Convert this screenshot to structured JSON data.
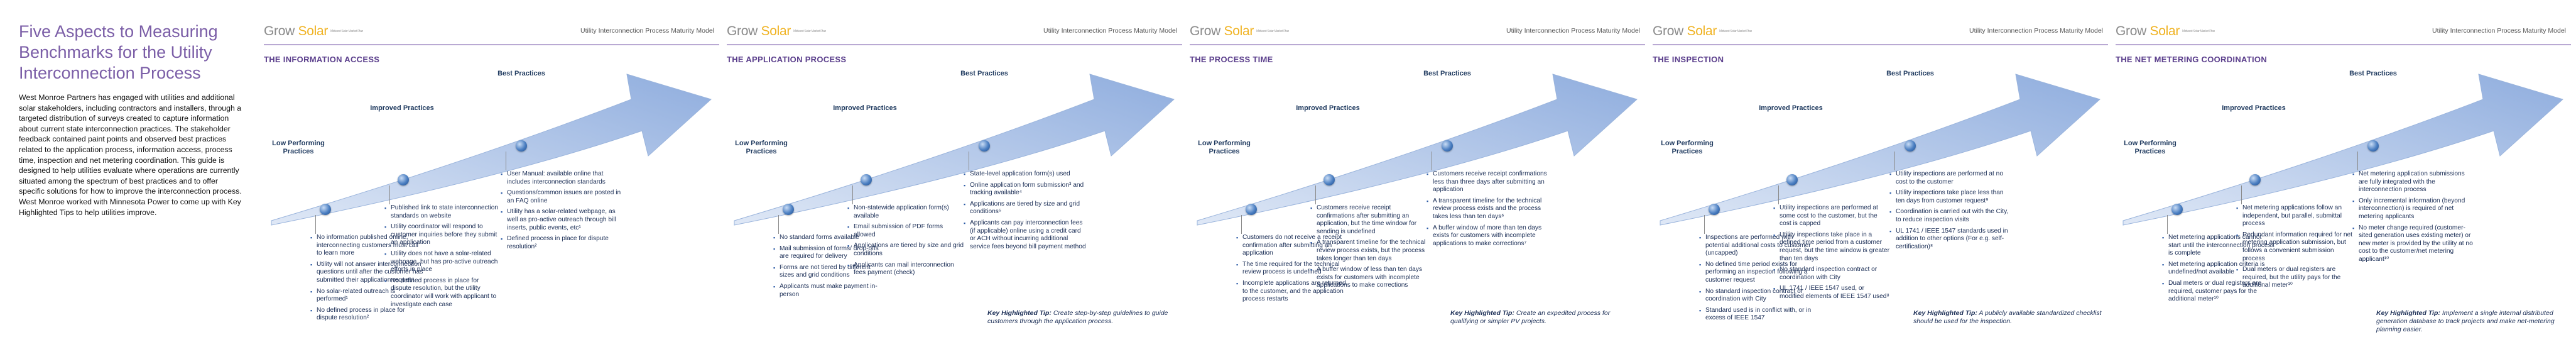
{
  "intro": {
    "title": "Five Aspects to Measuring Benchmarks for the Utility Interconnection Process",
    "body": "West Monroe Partners has engaged with utilities and additional solar stakeholders, including contractors and installers, through a targeted distribution of surveys created to capture information about current state interconnection practices. The stakeholder feedback contained paint points and observed best practices related to the application process, information access, process time, inspection and net metering coordination. This guide is designed to help utilities evaluate where operations are currently situated among the spectrum of best practices and to offer specific solutions for how to improve the interconnection process. West Monroe worked with Minnesota Power to come up with Key Highlighted Tips to help utilities improve."
  },
  "header": {
    "logo_grow": "Grow ",
    "logo_solar": "Solar",
    "logo_tag": "Midwest Solar Market Plan",
    "model_title": "Utility Interconnection Process Maturity Model"
  },
  "stages": {
    "low": "Low Performing Practices",
    "improved": "Improved Practices",
    "best": "Best Practices"
  },
  "tip_label": "Key Highlighted Tip:",
  "colors": {
    "accent": "#7b5ea7",
    "arrow": "#a9bfe2",
    "text": "#1a2d55"
  },
  "slides": [
    {
      "title": "THE INFORMATION ACCESS",
      "low": [
        "No information published online, interconnecting customers must call to learn more",
        "Utility will not answer interconnection questions until after the customer has submitted their application request",
        "No solar-related outreach is performed¹",
        "No defined process in place for dispute resolution²"
      ],
      "improved": [
        "Published link to state interconnection standards on website",
        "Utility coordinator will respond to customer inquiries before they submit an application",
        "Utility does not have a solar-related webpage, but has pro-active outreach efforts in place",
        "No defined process in place for dispute resolution, but the utility coordinator will work with applicant to investigate each case"
      ],
      "best": [
        "User Manual: available online that includes interconnection standards",
        "Questions/common issues are posted in an FAQ online",
        "Utility has a solar-related webpage, as well as pro-active outreach through bill inserts, public events, etc¹",
        "Defined process in place for dispute resolution²"
      ],
      "tip": ""
    },
    {
      "title": "THE APPLICATION PROCESS",
      "low": [
        "No standard forms available",
        "Mail submission of forms/ drop-offs are required for delivery",
        "Forms are not tiered by different sizes and grid conditions",
        "Applicants must make payment in-person"
      ],
      "improved": [
        "Non-statewide application form(s) available",
        "Email submission of PDF forms allowed",
        "Applications are tiered by size and grid conditions",
        "Applicants can mail interconnection fees payment (check)"
      ],
      "best": [
        "State-level application form(s) used",
        "Online application form submission³ and tracking available⁴",
        "Applications are tiered by size and grid conditions⁵",
        "Applicants can pay interconnection fees (if applicable) online using a credit card or ACH without incurring additional service fees beyond bill payment method"
      ],
      "tip": "Create step-by-step guidelines to guide customers through the application process."
    },
    {
      "title": "THE PROCESS TIME",
      "low": [
        "Customers do not receive a receipt confirmation after submitting an application",
        "The time required for the technical review process is undefined",
        "Incomplete applications are returned to the customer, and the application process restarts"
      ],
      "improved": [
        "Customers receive receipt confirmations after submitting an application, but the time window for sending is undefined",
        "A transparent timeline for the technical review process exists, but the process takes longer than ten days",
        "A buffer window of less than ten days exists for customers with incomplete applications to make corrections"
      ],
      "best": [
        "Customers receive receipt confirmations less than three days after submitting an application",
        "A transparent timeline for the technical review process exists and the process takes less than ten days⁶",
        "A buffer window of more than ten days exists for customers with incomplete applications to make corrections⁷"
      ],
      "tip": "Create an expedited process for qualifying or simpler PV projects."
    },
    {
      "title": "THE INSPECTION",
      "low": [
        "Inspections are performed with potential additional costs to customer (uncapped)",
        "No defined time period exists for performing an inspection following a customer request",
        "No standard inspection contract or coordination with City",
        "Standard used is in conflict with, or in excess of IEEE 1547"
      ],
      "improved": [
        "Utility inspections are performed at some cost to the customer, but the cost is capped",
        "Utility inspections take place in a defined time period from a customer request, but the time window is greater than ten days",
        "No standard inspection contract or coordination with City",
        "UL 1741 / IEEE 1547 used, or modified elements of IEEE 1547 used⁸"
      ],
      "best": [
        "Utility inspections are performed at no cost to the customer",
        "Utility inspections take place less than ten days from customer request⁹",
        "Coordination is carried out with the City, to reduce inspection visits",
        "UL 1741 / IEEE 1547 standards used in addition to other options (For e.g. self-certification)⁸"
      ],
      "tip": "A publicly available standardized checklist should be used for the inspection."
    },
    {
      "title": "THE NET METERING COORDINATION",
      "low": [
        "Net metering applications cannot start until the interconnection process is complete",
        "Net metering application criteria is undefined/not available",
        "Dual meters or dual registers are required, customer pays for the additional meter¹⁰"
      ],
      "improved": [
        "Net metering applications follow an independent, but parallel, submittal process",
        "Redundant information required for net metering application submission, but follows a convenient submission process",
        "Dual meters or dual registers are required, but the utility pays for the additional meter¹⁰"
      ],
      "best": [
        "Net metering application submissions are fully integrated with the interconnection process",
        "Only incremental information (beyond interconnection) is required of net metering applicants",
        "No meter change required (customer-sited generation uses existing meter) or new meter is provided by the utility at no cost to the customer/net metering applicant¹⁰"
      ],
      "tip": "Implement a single internal distributed generation database to track projects and make net-metering planning easier."
    }
  ]
}
